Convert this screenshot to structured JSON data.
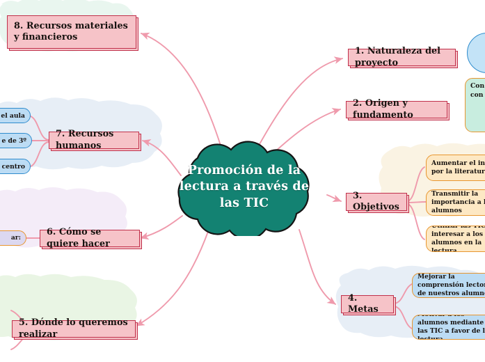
{
  "diagram": {
    "type": "mind-map",
    "title": "Promoción de la lectura a través de las TIC",
    "central": {
      "label": "Promoción de la lectura a través de las TIC",
      "shape": "cloud",
      "fill": "#138272",
      "stroke": "#121212",
      "text_color": "#ffffff"
    },
    "palette": {
      "topic_fill": "#f6c3c8",
      "topic_border": "#c0304b",
      "connector": "#ef9aac",
      "child_border": "#e8962f",
      "halo_cream": "#faf3e3",
      "halo_blue": "#e7eef6",
      "halo_green": "#e9f5e4",
      "halo_lavender": "#f4ecf8",
      "halo_mint": "#e9f6ef",
      "circle_fill": "#c3e3f7",
      "circle_border": "#2f8ccd"
    },
    "topics": [
      {
        "id": "t1",
        "label": "1. Naturaleza del proyecto",
        "side": "right",
        "children": []
      },
      {
        "id": "t2",
        "label": "2. Origen y fundamento",
        "side": "right",
        "children": []
      },
      {
        "id": "t3",
        "label": "3. Objetivos",
        "side": "right",
        "halo": "cream",
        "children": [
          {
            "label": "Aumentar el interés por la literatura",
            "style": "cream"
          },
          {
            "label": "Transmitir la importancia a los alumnos",
            "style": "cream"
          },
          {
            "label": "Utilizar las TIC para interesar a los alumnos en la lectura",
            "style": "cream"
          }
        ]
      },
      {
        "id": "t4",
        "label": "4. Metas",
        "side": "right",
        "halo": "blue",
        "children": [
          {
            "label": "Mejorar la comprensión lectora de nuestros alumnos",
            "style": "blue"
          },
          {
            "label": "Motivar a los alumnos mediante las TIC a favor de la lectura",
            "style": "blue"
          }
        ]
      },
      {
        "id": "t5",
        "label": "5. Dónde lo queremos realizar",
        "side": "left",
        "halo": "green",
        "children": []
      },
      {
        "id": "t6",
        "label": "6. Cómo se quiere hacer",
        "side": "left",
        "halo": "lavender",
        "children": [
          {
            "label": "ar:",
            "style": "lav"
          }
        ]
      },
      {
        "id": "t7",
        "label": "7. Recursos humanos",
        "side": "left",
        "halo": "blue",
        "children": [
          {
            "label": "el aula",
            "style": "pill"
          },
          {
            "label": "e de 3º",
            "style": "pill"
          },
          {
            "label": "centro",
            "style": "pill"
          }
        ]
      },
      {
        "id": "t8",
        "label": "8.  Recursos materiales y financieros",
        "side": "left",
        "halo": "mint",
        "children": []
      }
    ],
    "edge_fragments": [
      {
        "id": "f1",
        "shape": "circle",
        "label": "",
        "style": "circle"
      },
      {
        "id": "f2",
        "shape": "rounded-box",
        "label": "Con que alu con en l apr",
        "style": "mint"
      }
    ]
  }
}
